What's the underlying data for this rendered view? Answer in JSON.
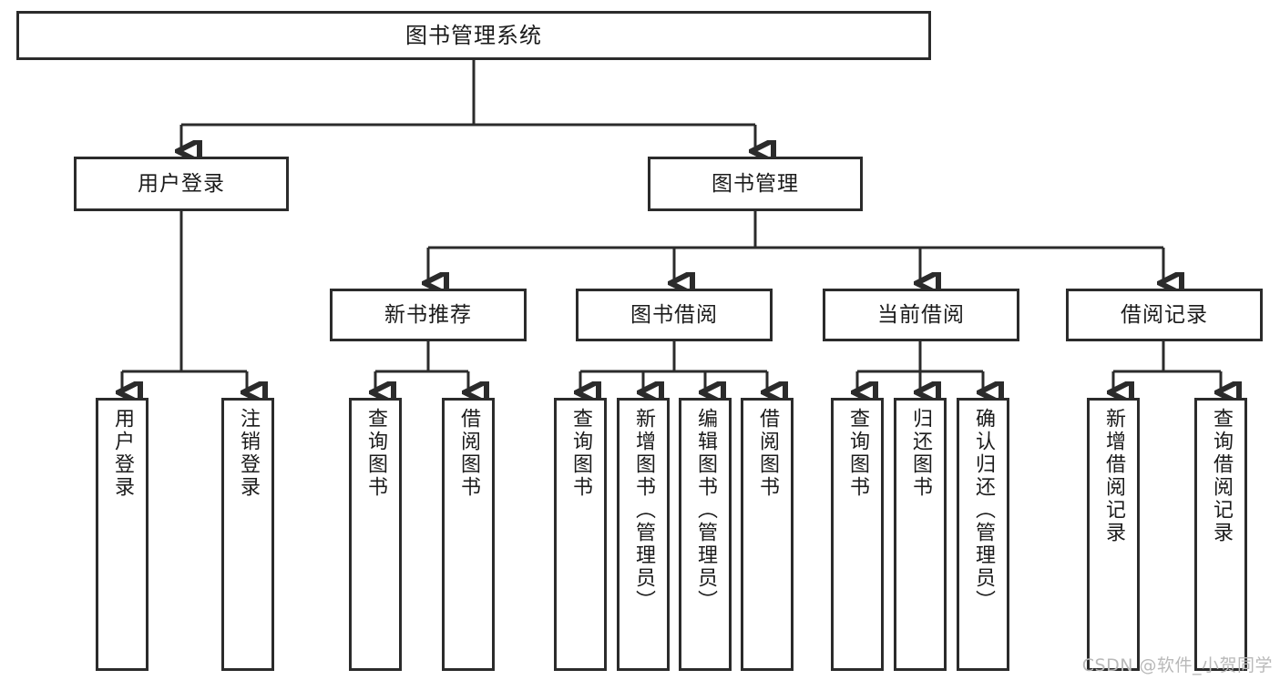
{
  "diagram": {
    "title": "图书管理系统",
    "type": "tree-hierarchy-chart",
    "stroke_color": "#2b2b2b",
    "fill_color": "#ffffff",
    "root": {
      "id": "root",
      "label": "图书管理系统"
    },
    "level1": [
      {
        "id": "user-login",
        "label": "用户登录"
      },
      {
        "id": "book-manage",
        "label": "图书管理"
      }
    ],
    "level2": [
      {
        "id": "new-book-rec",
        "label": "新书推荐",
        "parent": "book-manage"
      },
      {
        "id": "book-borrow",
        "label": "图书借阅",
        "parent": "book-manage"
      },
      {
        "id": "current-borrow",
        "label": "当前借阅",
        "parent": "book-manage"
      },
      {
        "id": "borrow-record",
        "label": "借阅记录",
        "parent": "book-manage"
      }
    ],
    "leaves": [
      {
        "id": "leaf-user-login",
        "label": "用户登录",
        "parent": "user-login"
      },
      {
        "id": "leaf-user-logout",
        "label": "注销登录",
        "parent": "user-login"
      },
      {
        "id": "leaf-query-book-1",
        "label": "查询图书",
        "parent": "new-book-rec"
      },
      {
        "id": "leaf-borrow-book-1",
        "label": "借阅图书",
        "parent": "new-book-rec"
      },
      {
        "id": "leaf-query-book-2",
        "label": "查询图书",
        "parent": "book-borrow"
      },
      {
        "id": "leaf-add-book",
        "label": "新增图书（管理员）",
        "parent": "book-borrow"
      },
      {
        "id": "leaf-edit-book",
        "label": "编辑图书（管理员）",
        "parent": "book-borrow"
      },
      {
        "id": "leaf-borrow-book-2",
        "label": "借阅图书",
        "parent": "book-borrow"
      },
      {
        "id": "leaf-query-book-3",
        "label": "查询图书",
        "parent": "current-borrow"
      },
      {
        "id": "leaf-return-book",
        "label": "归还图书",
        "parent": "current-borrow"
      },
      {
        "id": "leaf-confirm-return",
        "label": "确认归还（管理员）",
        "parent": "current-borrow"
      },
      {
        "id": "leaf-add-record",
        "label": "新增借阅记录",
        "parent": "borrow-record"
      },
      {
        "id": "leaf-query-record",
        "label": "查询借阅记录",
        "parent": "borrow-record"
      }
    ]
  },
  "watermark": {
    "text": "CSDN @软件_小贺同学",
    "color": "#b9b9b9"
  }
}
